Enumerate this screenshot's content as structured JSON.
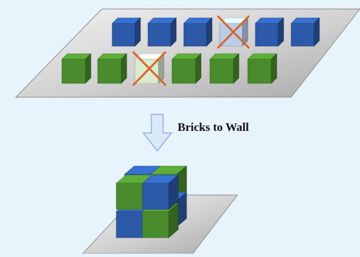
{
  "diagram": {
    "caption": "Bricks to Wall",
    "colors": {
      "background": "#e8f4fc",
      "platform_top": "#d9d9d9",
      "platform_edge": "#7f7f7f",
      "blue_brick": "#2c5aa8",
      "green_brick": "#4a8c2d",
      "faded_blue_brick": "#b9cde8",
      "faded_green_brick": "#dcebcf",
      "cross_mark": "#d9662b",
      "arrow_fill": "#dbe8f7",
      "arrow_stroke": "#8eb4e3"
    },
    "top_row": [
      {
        "color": "blue",
        "removed": false
      },
      {
        "color": "blue",
        "removed": false
      },
      {
        "color": "blue",
        "removed": false
      },
      {
        "color": "blue",
        "removed": true
      },
      {
        "color": "blue",
        "removed": false
      },
      {
        "color": "blue",
        "removed": false
      }
    ],
    "bottom_row": [
      {
        "color": "green",
        "removed": false
      },
      {
        "color": "green",
        "removed": false
      },
      {
        "color": "green",
        "removed": true
      },
      {
        "color": "green",
        "removed": false
      },
      {
        "color": "green",
        "removed": false
      },
      {
        "color": "green",
        "removed": false
      }
    ],
    "wall": {
      "back_row": [
        "blue",
        "green"
      ],
      "front_top": [
        "green",
        "blue"
      ],
      "front_bottom": [
        "blue",
        "green"
      ]
    }
  }
}
